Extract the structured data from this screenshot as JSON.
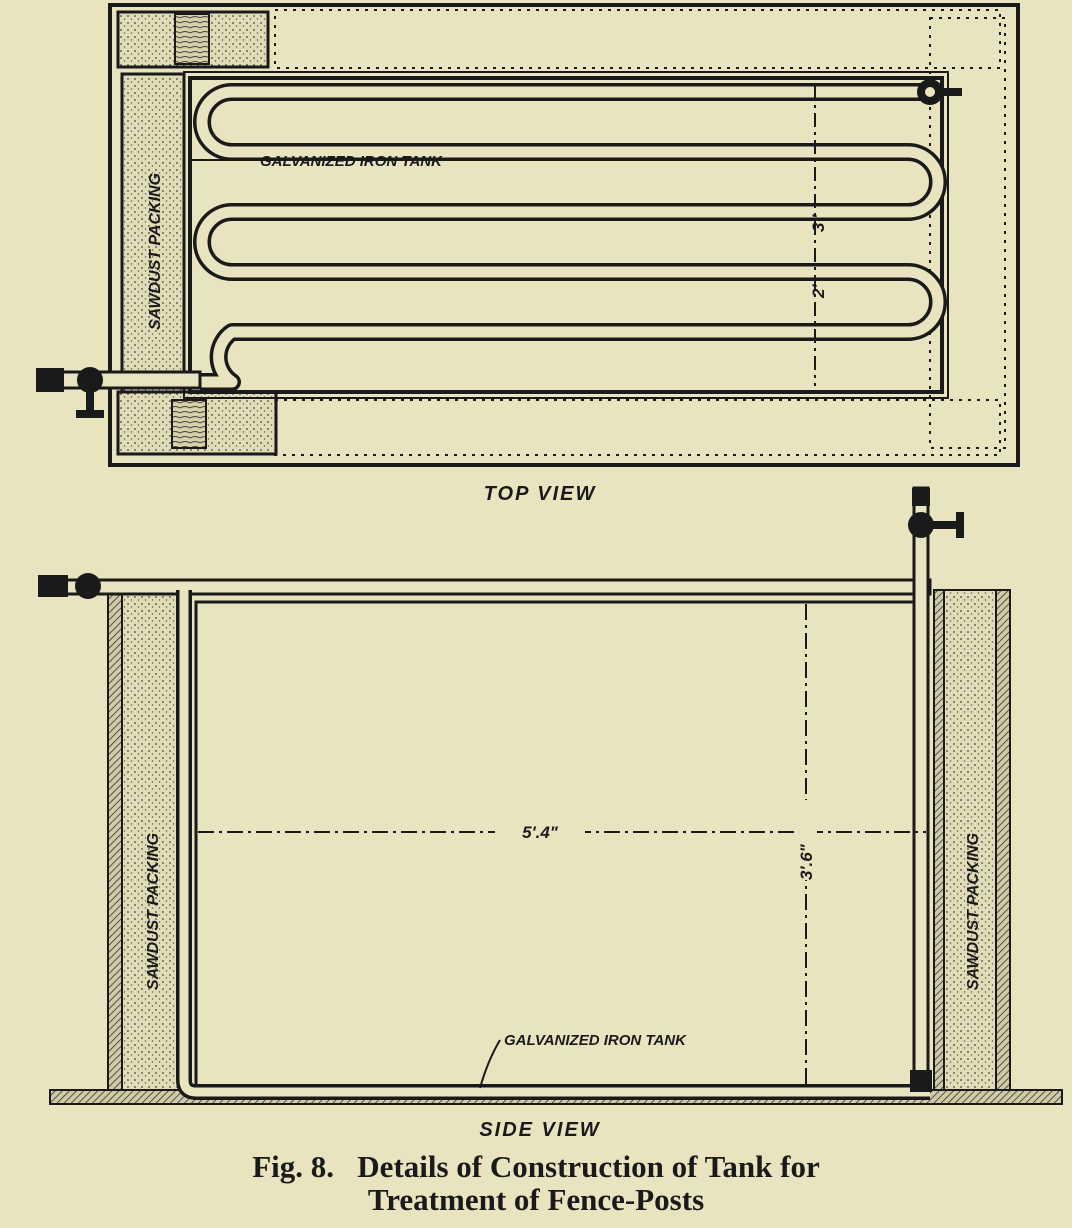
{
  "top_view": {
    "title": "TOP VIEW",
    "tank_label": "GALVANIZED IRON TANK",
    "packing_label": "SAWDUST PACKING",
    "dim_width_a": "2'",
    "dim_width_b": "3\""
  },
  "side_view": {
    "title": "SIDE VIEW",
    "tank_label": "GALVANIZED IRON TANK",
    "packing_left_label": "SAWDUST PACKING",
    "packing_right_label": "SAWDUST PACKING",
    "dim_length": "5'.4\"",
    "dim_height": "3'.6\""
  },
  "caption": {
    "line1": "Fig. 8.   Details of Construction of Tank for",
    "line2": "Treatment of Fence-Posts"
  },
  "colors": {
    "paper": "#e8e4bf",
    "ink": "#1a1a1a",
    "packing": "#d8d4b0"
  }
}
